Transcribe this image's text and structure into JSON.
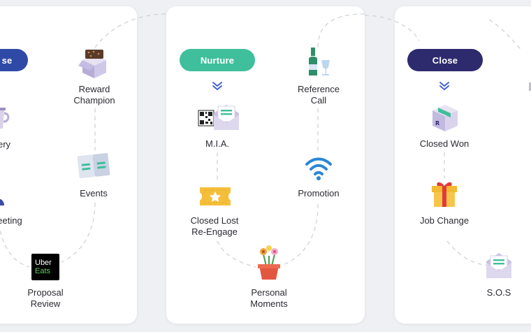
{
  "colors": {
    "background": "#eef0f3",
    "card": "#ffffff",
    "close_pill": "#2d2a6e",
    "close_pill_left": "#2f4aa6",
    "nurture_pill": "#3fbf9b",
    "chevron": "#3b5bd6",
    "dashed_line": "#cfd2d8"
  },
  "stages": [
    {
      "label": "se",
      "color": "#2f4aa6"
    },
    {
      "label": "Nurture",
      "color": "#3fbf9b"
    },
    {
      "label": "Close",
      "color": "#2d2a6e"
    }
  ],
  "left_items": {
    "reward": "Reward\nChampion",
    "events": "Events",
    "discovery": "ery",
    "meeting": "eeting",
    "proposal": "Proposal\nReview",
    "uber_eats_logo": [
      "Uber",
      "Eats"
    ]
  },
  "middle_items": {
    "mia": "M.I.A.",
    "reference": "Reference\nCall",
    "promotion": "Promotion",
    "closed_lost": "Closed Lost\nRe-Engage",
    "personal": "Personal\nMoments"
  },
  "right_items": {
    "closed_won": "Closed Won",
    "job_change": "Job Change",
    "sos": "S.O.S"
  }
}
